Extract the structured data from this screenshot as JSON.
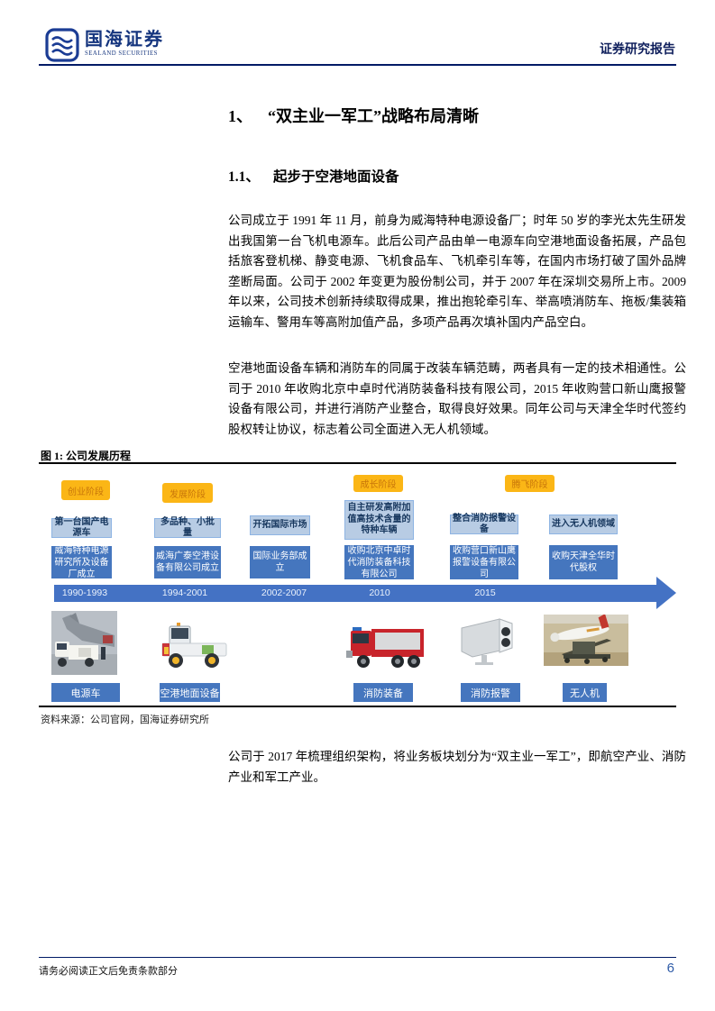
{
  "header": {
    "logo_title": "国海证券",
    "logo_subtitle": "SEALAND SECURITIES",
    "report_type": "证券研究报告"
  },
  "content": {
    "h1_num": "1、",
    "h1_text": "“双主业一军工”战略布局清晰",
    "h2_num": "1.1、",
    "h2_text": "起步于空港地面设备",
    "p1": "公司成立于 1991 年 11 月，前身为威海特种电源设备厂；时年 50 岁的李光太先生研发出我国第一台飞机电源车。此后公司产品由单一电源车向空港地面设备拓展，产品包括旅客登机梯、静变电源、飞机食品车、飞机牵引车等，在国内市场打破了国外品牌垄断局面。公司于 2002 年变更为股份制公司，并于 2007 年在深圳交易所上市。2009 年以来，公司技术创新持续取得成果，推出抱轮牵引车、举高喷消防车、拖板/集装箱运输车、警用车等高附加值产品，多项产品再次填补国内产品空白。",
    "p2": "空港地面设备车辆和消防车的同属于改装车辆范畴，两者具有一定的技术相通性。公司于 2010 年收购北京中卓时代消防装备科技有限公司，2015 年收购营口新山鹰报警设备有限公司，并进行消防产业整合，取得良好效果。同年公司与天津全华时代签约股权转让协议，标志着公司全面进入无人机领域。",
    "p3": "公司于 2017 年梳理组织架构，将业务板块划分为“双主业一军工”，即航空产业、消防产业和军工产业。"
  },
  "figure": {
    "caption": "图 1: 公司发展历程",
    "source": "资料来源：公司官网，国海证券研究所",
    "stages": [
      "创业阶段",
      "发展阶段",
      "成长阶段",
      "腾飞阶段"
    ],
    "columns": [
      {
        "title": "第一台国产电源车",
        "detail": "威海特种电源研究所及设备厂成立",
        "period": "1990-1993"
      },
      {
        "title": "多品种、小批量",
        "detail": "威海广泰空港设备有限公司成立",
        "period": "1994-2001"
      },
      {
        "title": "开拓国际市场",
        "detail": "国际业务部成立",
        "period": "2002-2007"
      },
      {
        "title": "自主研发高附加值高技术含量的特种车辆",
        "detail": "收购北京中卓时代消防装备科技有限公司",
        "period": "2010"
      },
      {
        "title": "整合消防报警设备",
        "detail": "收购营口新山鹰报警设备有限公司",
        "period": "2015"
      },
      {
        "title": "进入无人机领域",
        "detail": "收购天津全华时代股权"
      }
    ],
    "product_labels": [
      "电源车",
      "空港地面设备",
      "消防装备",
      "消防报警",
      "无人机"
    ],
    "images": [
      "power-truck-photo",
      "airport-ground-equipment-photo",
      "fire-truck-photo",
      "fire-alarm-photo",
      "uav-photo"
    ]
  },
  "footer": {
    "disclaimer": "请务必阅读正文后免责条款部分",
    "page_number": "6"
  },
  "colors": {
    "brand_navy": "#15357E",
    "header_rule": "#001A66",
    "stage_yellow": "#FBB616",
    "stage_text": "#C8760A",
    "light_blue_box": "#B8CCE4",
    "dark_blue_box": "#4576BE",
    "timeline_blue": "#4472C4",
    "page_number_blue": "#2F5CA8"
  }
}
